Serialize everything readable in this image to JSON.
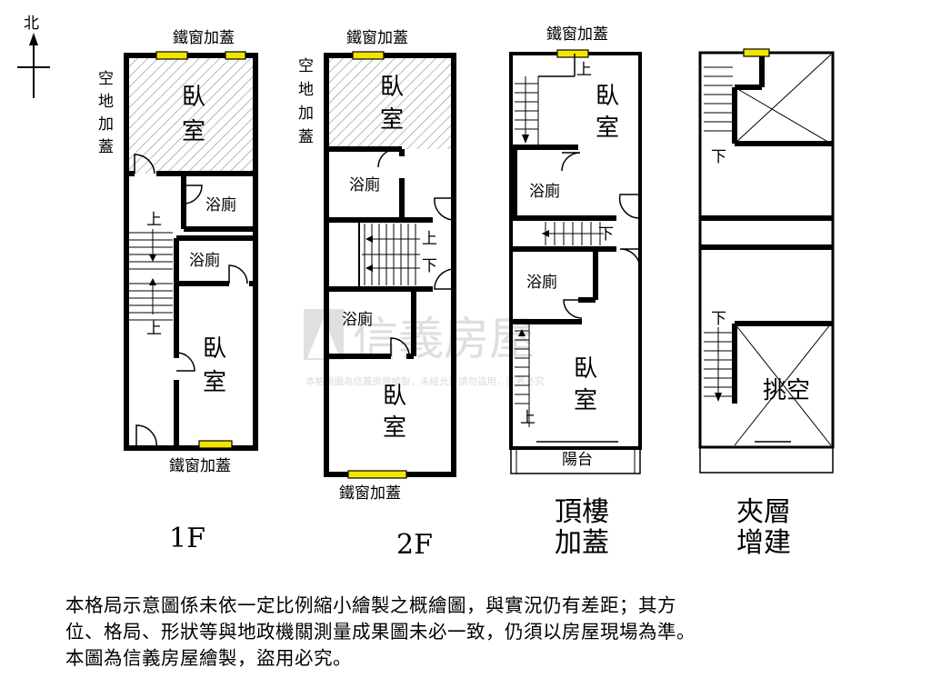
{
  "compass": {
    "north_label": "北"
  },
  "windows": {
    "f1_top": "鐵窗加蓋",
    "f1_bottom": "鐵窗加蓋",
    "f2_top": "鐵窗加蓋",
    "f2_bottom": "鐵窗加蓋",
    "f3_top": "鐵窗加蓋"
  },
  "side_labels": {
    "f1": [
      "空",
      "地",
      "加",
      "蓋"
    ],
    "f2": [
      "空",
      "地",
      "加",
      "蓋"
    ]
  },
  "rooms": {
    "bedroom_top": [
      "臥",
      "室"
    ],
    "bedroom_mid": [
      "臥",
      "室"
    ],
    "bathroom": "浴廁",
    "balcony": "陽台",
    "void": "挑空"
  },
  "stairs": {
    "up": "上",
    "down": "下"
  },
  "floors": {
    "f1": "1F",
    "f2": "2F",
    "f3": [
      "頂樓",
      "加蓋"
    ],
    "f4": [
      "夾層",
      "增建"
    ]
  },
  "watermark": {
    "brand": "信義房屋",
    "caption": "本格局圖為信義房屋繪製，未經允許請勿盜用，違者必究"
  },
  "disclaimer": [
    "本格局示意圖係未依一定比例縮小繪製之概繪圖，與實況仍有差距；其方",
    "位、格局、形狀等與地政機關測量成果圖未必一致，仍須以房屋現場為準。",
    "本圖為信義房屋繪製，盜用必究。"
  ],
  "colors": {
    "wall": "#000000",
    "window": "#f2e600",
    "hatch": "#8a8a8a",
    "watermark": "#cfcfcf"
  }
}
